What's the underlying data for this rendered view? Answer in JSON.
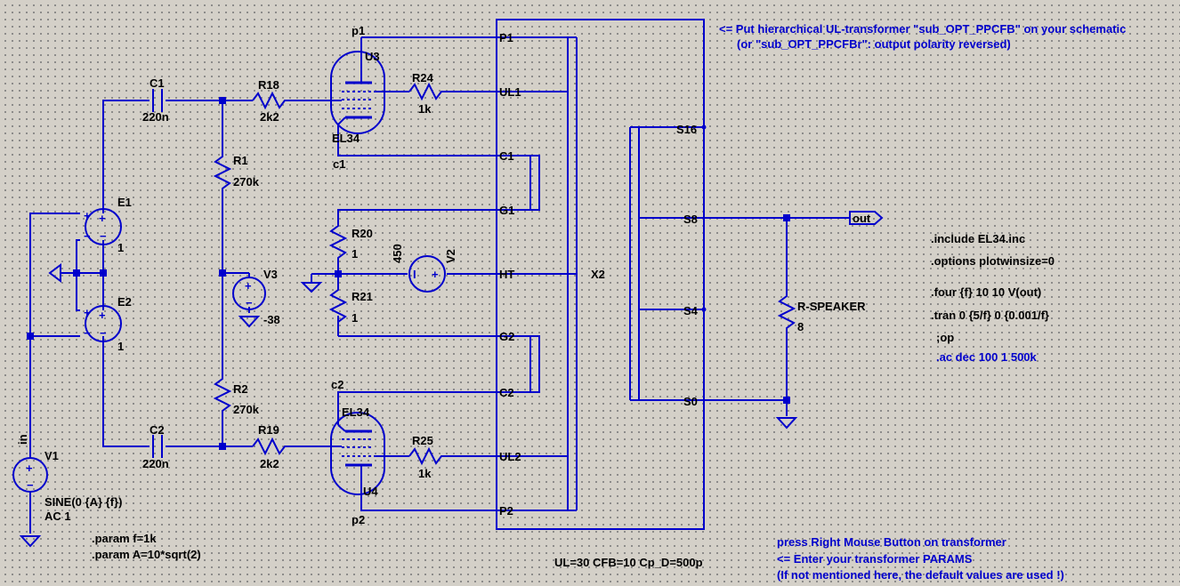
{
  "schematic": {
    "components": {
      "c1": {
        "name": "C1",
        "value": "220n"
      },
      "c2": {
        "name": "C2",
        "value": "220n"
      },
      "r18": {
        "name": "R18",
        "value": "2k2"
      },
      "r19": {
        "name": "R19",
        "value": "2k2"
      },
      "r24": {
        "name": "R24",
        "value": "1k"
      },
      "r25": {
        "name": "R25",
        "value": "1k"
      },
      "r1": {
        "name": "R1",
        "value": "270k"
      },
      "r2": {
        "name": "R2",
        "value": "270k"
      },
      "r20": {
        "name": "R20",
        "value": "1"
      },
      "r21": {
        "name": "R21",
        "value": "1"
      },
      "e1": {
        "name": "E1",
        "value": "1"
      },
      "e2": {
        "name": "E2",
        "value": "1"
      },
      "v1": {
        "name": "V1",
        "value": "SINE(0 {A} {f})",
        "value2": "AC 1"
      },
      "v2": {
        "name": "V2",
        "value": "450"
      },
      "v3": {
        "name": "V3",
        "value": "-38"
      },
      "u3": {
        "name": "U3",
        "value": "EL34"
      },
      "u4": {
        "name": "U4",
        "value": "EL34"
      },
      "x2": {
        "name": "X2"
      },
      "rspk": {
        "name": "R-SPEAKER",
        "value": "8"
      }
    },
    "nets": {
      "p1": "p1",
      "p2": "p2",
      "c1": "c1",
      "c2": "c2",
      "in": "in",
      "out": "out"
    },
    "transformer_pins": {
      "p1": "P1",
      "ul1": "UL1",
      "c1": "C1",
      "g1": "G1",
      "ht": "HT",
      "g2": "G2",
      "c2": "C2",
      "ul2": "UL2",
      "p2": "P2",
      "s16": "S16",
      "s8": "S8",
      "s4": "S4",
      "s0": "S0"
    },
    "directives": {
      "include": ".include EL34.inc",
      "options": ".options plotwinsize=0",
      "four": ".four {f} 10 10 V(out)",
      "tran": ".tran 0 {5/f} 0 {0.001/f}",
      "op": ";op",
      "ac": ".ac dec 100 1 500k",
      "param_f": ".param f=1k",
      "param_a": ".param A=10*sqrt(2)",
      "ul_params": "UL=30 CFB=10 Cp_D=500p"
    },
    "comments": {
      "top_line1": "<= Put hierarchical UL-transformer \"sub_OPT_PPCFB\"  on your schematic",
      "top_line2": "(or \"sub_OPT_PPCFBr\": output polarity reversed)",
      "bottom_line1": "press Right Mouse Button on transformer",
      "bottom_line2": "<= Enter your transformer PARAMS",
      "bottom_line3": "(If not mentioned here, the default values are used !)"
    }
  },
  "colors": {
    "wire": "#0000cc",
    "background": "#d4d0c8",
    "grid_dot": "#7a7a7a",
    "text": "#000000",
    "comment": "#0000cc"
  }
}
